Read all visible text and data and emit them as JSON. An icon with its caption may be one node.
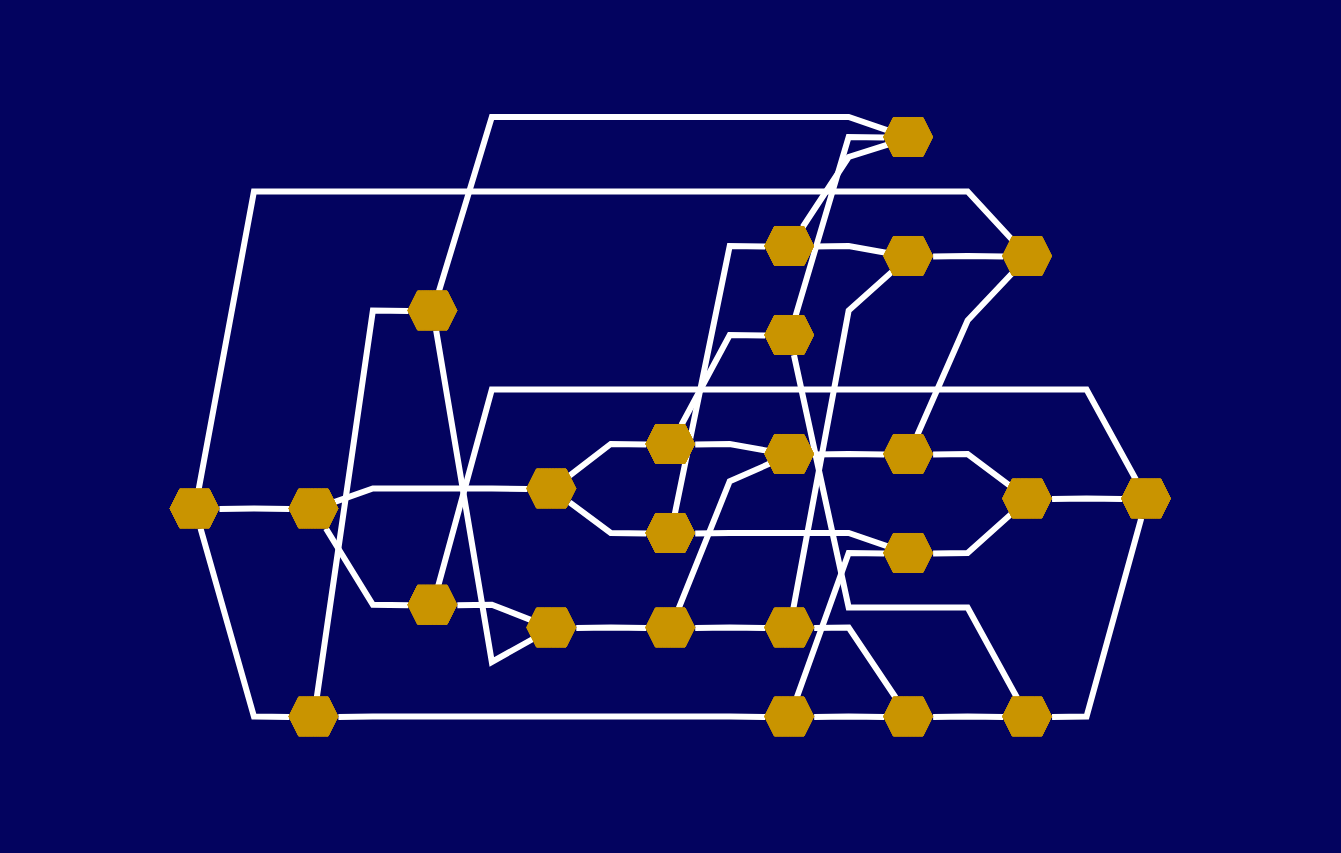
{
  "diagram": {
    "nodes": [
      {
        "text": [],
        "shape": "octagon"
      },
      {
        "text": [],
        "shape": "octagon"
      },
      {
        "text": [],
        "shape": "octagon"
      },
      {
        "text": [],
        "shape": "octagon"
      },
      {
        "text": [],
        "shape": "octagon"
      },
      {
        "text": [],
        "shape": "octagon"
      },
      {
        "text": [],
        "shape": "octagon"
      },
      {
        "text": [],
        "shape": "octagon"
      },
      {
        "text": [],
        "shape": "octagon"
      },
      {
        "text": [],
        "shape": "octagon"
      },
      {
        "text": [],
        "shape": "octagon"
      },
      {
        "text": [],
        "shape": "octagon"
      },
      {
        "text": [],
        "shape": "octagon"
      },
      {
        "text": [],
        "shape": "octagon"
      },
      {
        "text": [],
        "shape": "octagon"
      },
      {
        "text": [],
        "shape": "octagon"
      },
      {
        "text": [],
        "shape": "octagon"
      },
      {
        "text": [],
        "shape": "octagon"
      },
      {
        "text": [],
        "shape": "octagon"
      },
      {
        "text": [],
        "shape": "octagon"
      },
      {
        "text": [],
        "shape": "octagon"
      },
      {
        "text": [],
        "shape": "octagon"
      },
      {
        "text": [],
        "shape": "octagon"
      },
      {
        "text": [],
        "shape": "octagon"
      }
    ],
    "edges": [
      {
        "from": 1,
        "to": 0,
        "arrow": "none"
      },
      {
        "from": 0,
        "to": 2,
        "arrow": "none"
      },
      {
        "from": 1,
        "to": 5,
        "arrow": "none"
      },
      {
        "from": 5,
        "to": 7,
        "arrow": "none"
      },
      {
        "from": 7,
        "to": 6,
        "arrow": "none"
      },
      {
        "from": 2,
        "to": 6,
        "arrow": "none"
      },
      {
        "from": 3,
        "to": 4,
        "arrow": "none"
      },
      {
        "from": 3,
        "to": 8,
        "arrow": "none"
      },
      {
        "from": 4,
        "to": 9,
        "arrow": "none"
      },
      {
        "from": 8,
        "to": 12,
        "arrow": "none"
      },
      {
        "from": 9,
        "to": 13,
        "arrow": "none"
      },
      {
        "from": 12,
        "to": 13,
        "arrow": "none"
      },
      {
        "from": 10,
        "to": 11,
        "arrow": "none"
      },
      {
        "from": 10,
        "to": 14,
        "arrow": "none"
      },
      {
        "from": 11,
        "to": 15,
        "arrow": "none"
      },
      {
        "from": 14,
        "to": 16,
        "arrow": "none"
      },
      {
        "from": 15,
        "to": 17,
        "arrow": "none"
      },
      {
        "from": 16,
        "to": 17,
        "arrow": "none"
      },
      {
        "from": 18,
        "to": 19,
        "arrow": "none"
      },
      {
        "from": 18,
        "to": 20,
        "arrow": "none"
      },
      {
        "from": 19,
        "to": 21,
        "arrow": "none"
      },
      {
        "from": 20,
        "to": 22,
        "arrow": "none"
      },
      {
        "from": 21,
        "to": 23,
        "arrow": "none"
      },
      {
        "from": 22,
        "to": 23,
        "arrow": "none"
      },
      {
        "from": 8,
        "to": 1,
        "arrow": "none"
      },
      {
        "from": 0,
        "to": 11,
        "arrow": "none"
      },
      {
        "from": 9,
        "to": 6,
        "arrow": "none"
      },
      {
        "from": 3,
        "to": 17,
        "arrow": "none"
      },
      {
        "from": 4,
        "to": 18,
        "arrow": "none"
      },
      {
        "from": 5,
        "to": 20,
        "arrow": "none"
      },
      {
        "from": 7,
        "to": 16,
        "arrow": "none"
      },
      {
        "from": 2,
        "to": 21,
        "arrow": "none"
      },
      {
        "from": 13,
        "to": 10,
        "arrow": "none"
      },
      {
        "from": 12,
        "to": 23,
        "arrow": "none"
      },
      {
        "from": 14,
        "to": 19,
        "arrow": "none"
      },
      {
        "from": 15,
        "to": 22,
        "arrow": "none"
      }
    ]
  }
}
